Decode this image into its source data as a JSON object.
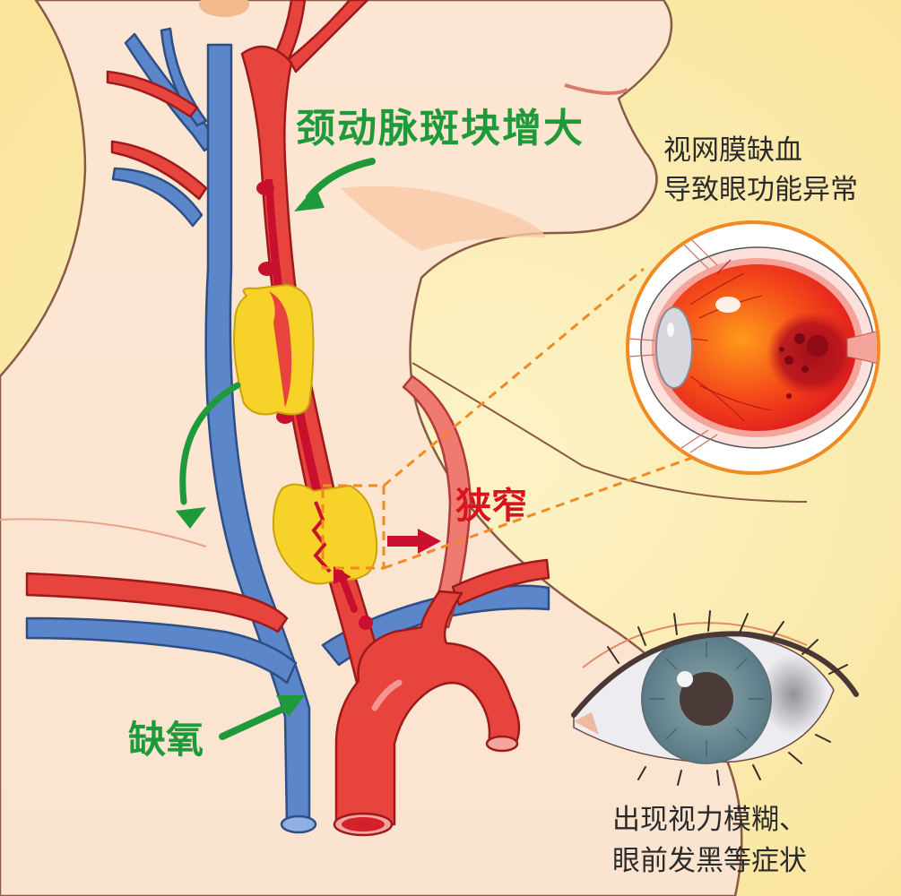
{
  "labels": {
    "plaque_enlarged": "颈动脉斑块增大",
    "retina_line1": "视网膜缺血",
    "retina_line2": "导致眼功能异常",
    "stenosis": "狭窄",
    "hypoxia": "缺氧",
    "symptoms_line1": "出现视力模糊、",
    "symptoms_line2": "眼前发黑等症状"
  },
  "colors": {
    "background": "#fbeaa8",
    "skin": "#fbe3cf",
    "skin_outline": "#8a5a44",
    "artery": "#e8443e",
    "artery_dark": "#c8102e",
    "vein": "#5b86c9",
    "vein_outline": "#2e4e86",
    "plaque": "#f7d329",
    "label_green": "#1f9a3a",
    "label_red": "#d8141e",
    "label_dark": "#2b2b2b",
    "callout_orange": "#f08a24"
  },
  "figure": {
    "regions": [
      {
        "name": "neck-vessels",
        "description": "carotid artery with plaques beside jugular vein"
      },
      {
        "name": "retina-cross-section",
        "description": "ischemic retina in circular inset"
      },
      {
        "name": "external-eye",
        "description": "eye with blurred dark patch"
      },
      {
        "name": "aortic-arch",
        "description": "aortic arch and vena cava"
      }
    ]
  }
}
